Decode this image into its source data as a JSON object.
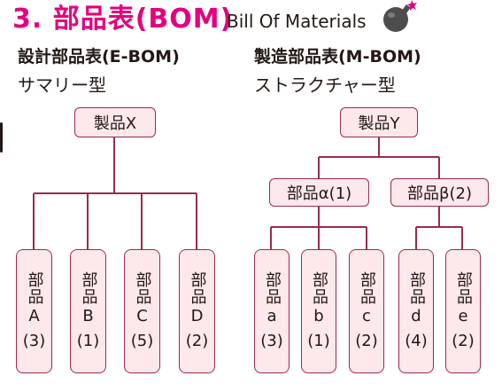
{
  "header": {
    "title": "3. 部品表(BOM)",
    "subtitle": "Bill Of Materials"
  },
  "colors": {
    "accent": "#e4007f",
    "line": "#9b2a4f",
    "node_fill": "#fde8ec"
  },
  "ebom": {
    "heading": "設計部品表(E-BOM)",
    "type": "サマリー型",
    "root": "製品X",
    "leaves": [
      {
        "part": "部品",
        "code": "A",
        "qty": "(3)"
      },
      {
        "part": "部品",
        "code": "B",
        "qty": "(1)"
      },
      {
        "part": "部品",
        "code": "C",
        "qty": "(5)"
      },
      {
        "part": "部品",
        "code": "D",
        "qty": "(2)"
      }
    ]
  },
  "mbom": {
    "heading": "製造部品表(M-BOM)",
    "type": "ストラクチャー型",
    "root": "製品Y",
    "mid": [
      "部品α(1)",
      "部品β(2)"
    ],
    "leaves": [
      {
        "part": "部品",
        "code": "a",
        "qty": "(3)"
      },
      {
        "part": "部品",
        "code": "b",
        "qty": "(1)"
      },
      {
        "part": "部品",
        "code": "c",
        "qty": "(2)"
      },
      {
        "part": "部品",
        "code": "d",
        "qty": "(4)"
      },
      {
        "part": "部品",
        "code": "e",
        "qty": "(2)"
      }
    ]
  }
}
